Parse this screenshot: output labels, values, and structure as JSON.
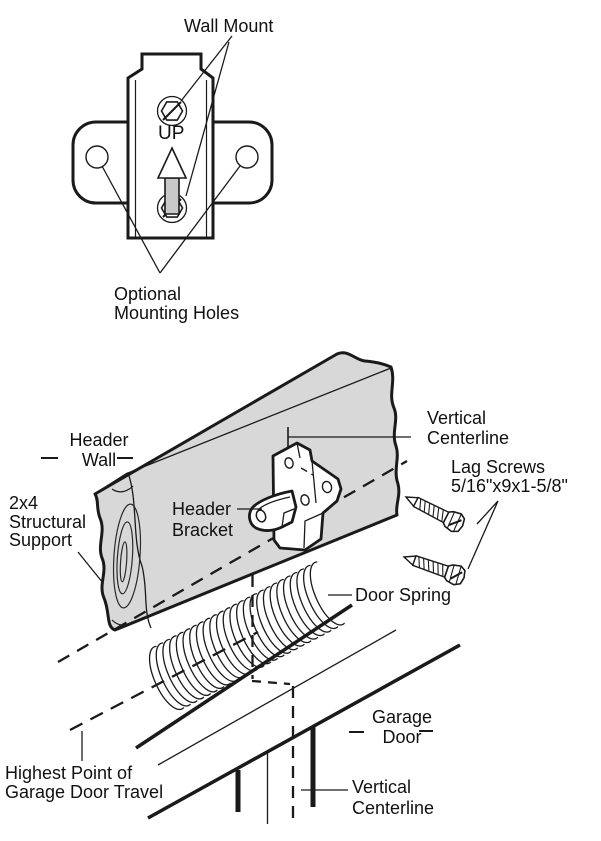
{
  "page": {
    "background": "#ffffff",
    "line_color": "#1a1a1a",
    "wood_fill": "#d8d8d8"
  },
  "wall_mount_diagram": {
    "labels": {
      "wall_mount": "Wall Mount",
      "up": "UP",
      "optional_mounting_holes": [
        "Optional",
        "Mounting Holes"
      ]
    }
  },
  "header_bracket_diagram": {
    "labels": {
      "header_wall": [
        "Header",
        "Wall"
      ],
      "structural_support": [
        "2x4",
        "Structural",
        "Support"
      ],
      "header_bracket": [
        "Header",
        "Bracket"
      ],
      "vertical_centerline_top": [
        "Vertical",
        "Centerline"
      ],
      "lag_screws": [
        "Lag Screws",
        "5/16\"x9x1-5/8\""
      ],
      "door_spring": "Door Spring",
      "garage_door": [
        "Garage",
        "Door"
      ],
      "highest_point": [
        "Highest Point of",
        "Garage Door Travel"
      ],
      "vertical_centerline_bottom": [
        "Vertical",
        "Centerline"
      ]
    }
  }
}
